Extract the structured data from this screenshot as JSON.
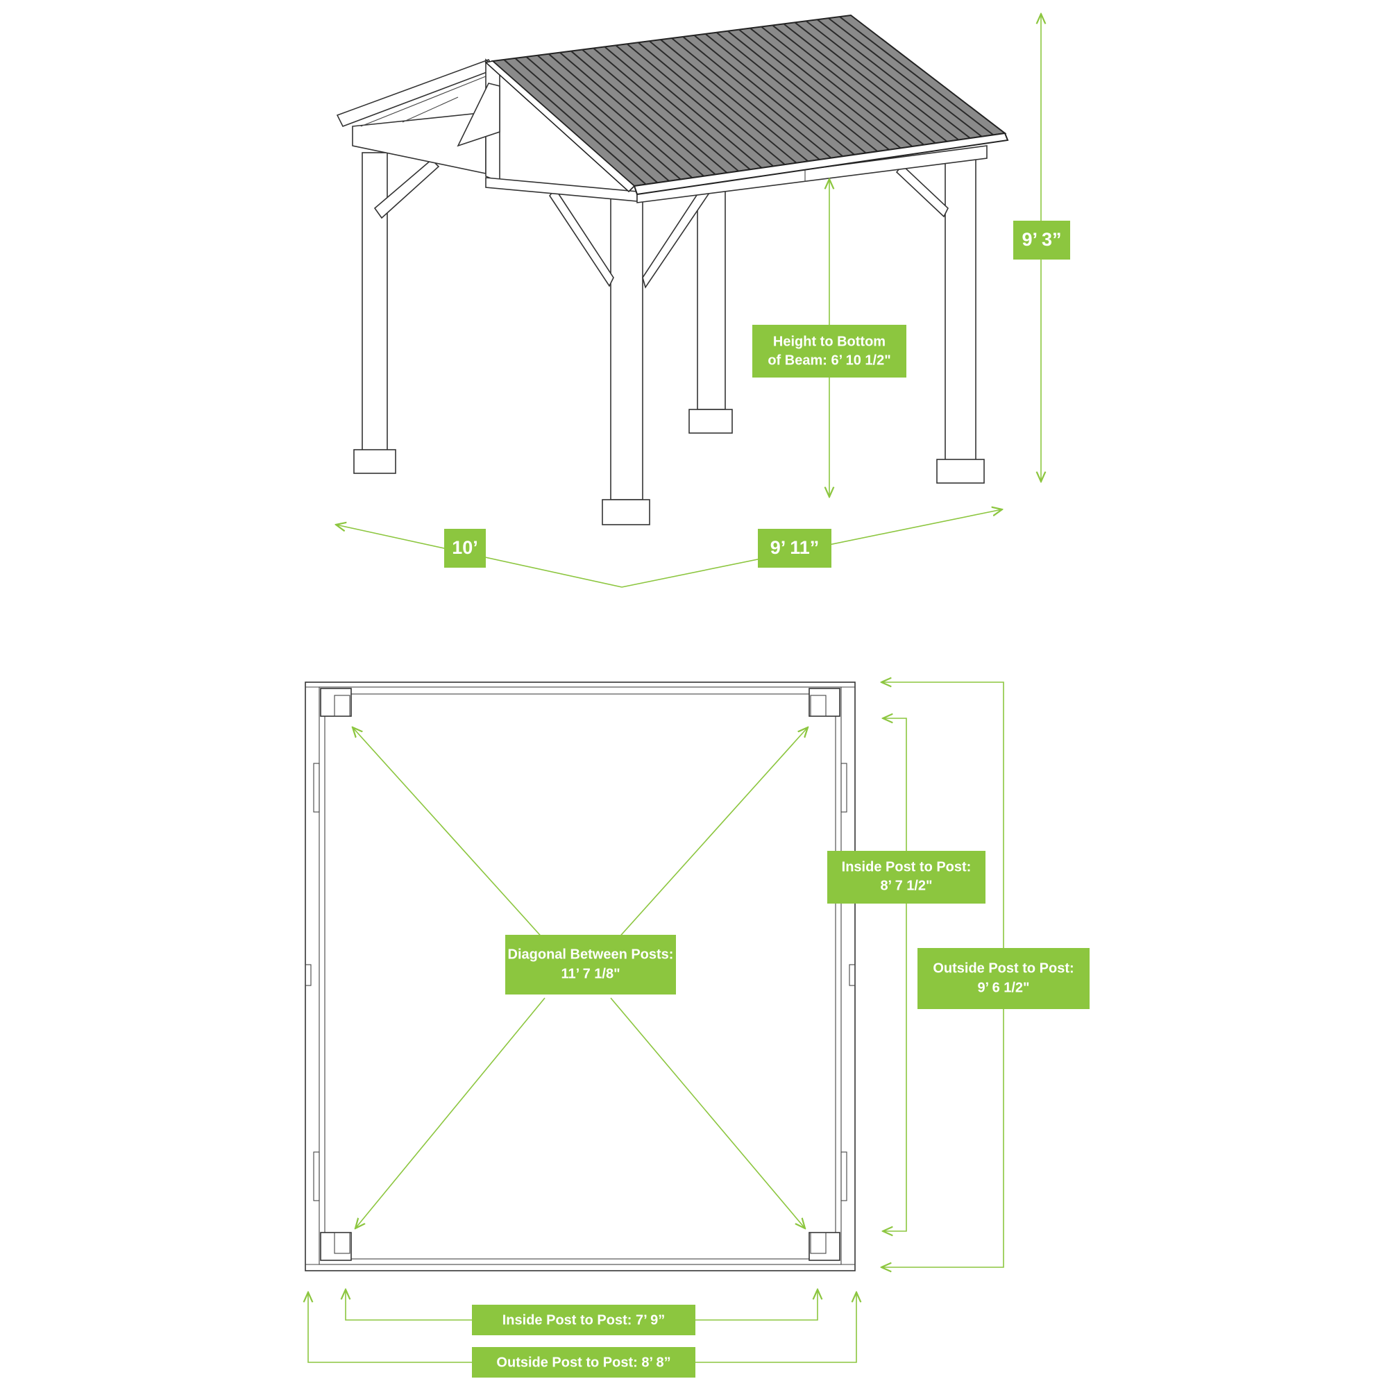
{
  "labels": {
    "overall_height": "9’ 3”",
    "beam_height_line1": "Height to Bottom",
    "beam_height_line2": "of Beam: 6’ 10 1/2\"",
    "width_left": "10’",
    "width_right": "9’ 11”",
    "inside_post_right_line1": "Inside Post to Post:",
    "inside_post_right_line2": "8’ 7 1/2\"",
    "outside_post_right_line1": "Outside Post to Post:",
    "outside_post_right_line2": "9’ 6 1/2\"",
    "diagonal_line1": "Diagonal Between Posts:",
    "diagonal_line2": "11’ 7 1/8\"",
    "inside_post_bottom": "Inside Post to Post: 7’ 9”",
    "outside_post_bottom": "Outside Post to Post: 8’ 8”"
  },
  "colors": {
    "accent": "#8cc63f",
    "line": "#333333",
    "roof": "#8a8a8a"
  }
}
